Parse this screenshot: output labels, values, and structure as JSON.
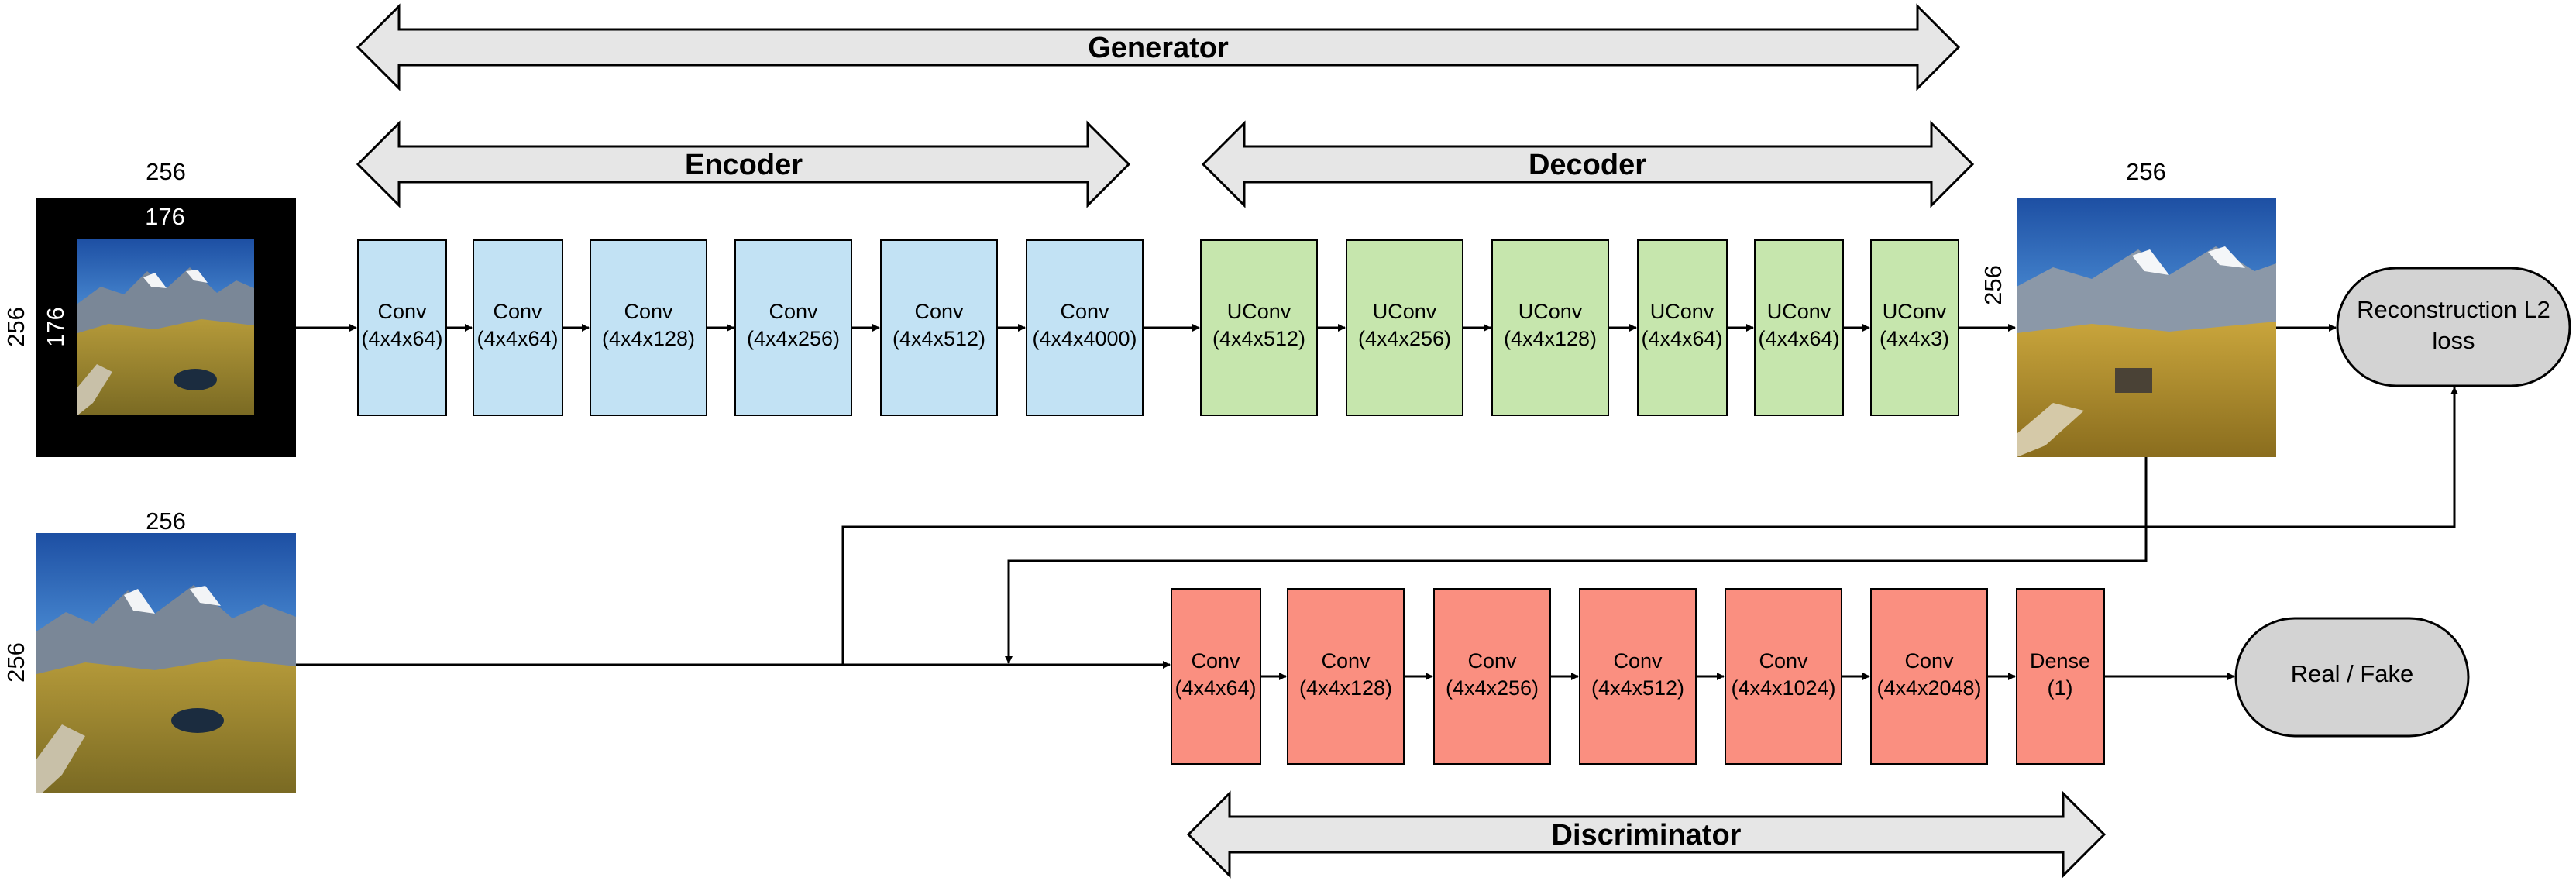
{
  "banners": {
    "generator": "Generator",
    "encoder": "Encoder",
    "decoder": "Decoder",
    "discriminator": "Discriminator"
  },
  "input_masked": {
    "outer_top": "256",
    "outer_left": "256",
    "inner_top": "176",
    "inner_left": "176"
  },
  "input_full": {
    "top": "256",
    "left": "256"
  },
  "output_image": {
    "top": "256",
    "left": "256"
  },
  "encoder_blocks": [
    {
      "op": "Conv",
      "shape": "(4x4x64)"
    },
    {
      "op": "Conv",
      "shape": "(4x4x64)"
    },
    {
      "op": "Conv",
      "shape": "(4x4x128)"
    },
    {
      "op": "Conv",
      "shape": "(4x4x256)"
    },
    {
      "op": "Conv",
      "shape": "(4x4x512)"
    },
    {
      "op": "Conv",
      "shape": "(4x4x4000)"
    }
  ],
  "decoder_blocks": [
    {
      "op": "UConv",
      "shape": "(4x4x512)"
    },
    {
      "op": "UConv",
      "shape": "(4x4x256)"
    },
    {
      "op": "UConv",
      "shape": "(4x4x128)"
    },
    {
      "op": "UConv",
      "shape": "(4x4x64)"
    },
    {
      "op": "UConv",
      "shape": "(4x4x64)"
    },
    {
      "op": "UConv",
      "shape": "(4x4x3)"
    }
  ],
  "discriminator_blocks": [
    {
      "op": "Conv",
      "shape": "(4x4x64)"
    },
    {
      "op": "Conv",
      "shape": "(4x4x128)"
    },
    {
      "op": "Conv",
      "shape": "(4x4x256)"
    },
    {
      "op": "Conv",
      "shape": "(4x4x512)"
    },
    {
      "op": "Conv",
      "shape": "(4x4x1024)"
    },
    {
      "op": "Conv",
      "shape": "(4x4x2048)"
    },
    {
      "op": "Dense",
      "shape": "(1)"
    }
  ],
  "losses": {
    "reconstruction_line1": "Reconstruction L2",
    "reconstruction_line2": "loss",
    "adversarial": "Real / Fake"
  },
  "colors": {
    "encoder_fill": "#c2e2f4",
    "decoder_fill": "#c6e6ad",
    "discriminator_fill": "#fa8f80",
    "banner_fill": "#e6e6e6",
    "pill_fill": "#d3d3d3",
    "stroke": "#000000"
  }
}
